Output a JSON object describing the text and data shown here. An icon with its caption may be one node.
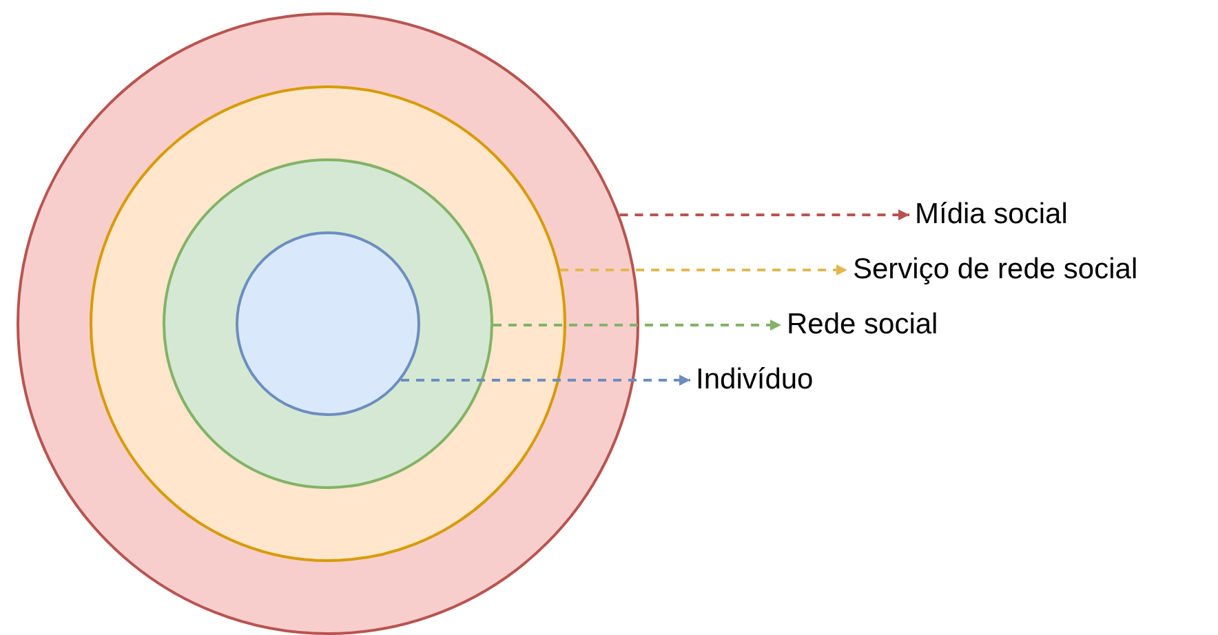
{
  "diagram": {
    "nodes": [
      {
        "text": [],
        "shape": "circle"
      },
      {
        "text": [],
        "shape": "circle",
        "in": 0
      },
      {
        "text": [],
        "shape": "circle",
        "in": 1
      },
      {
        "text": [],
        "shape": "circle",
        "in": 2
      },
      {
        "text": [
          "Mídia social"
        ]
      },
      {
        "text": [
          "Serviço de rede social"
        ]
      },
      {
        "text": [
          "Rede social"
        ]
      },
      {
        "text": [
          "Indivíduo"
        ]
      }
    ],
    "edges": [
      {
        "from": 0,
        "to": 4,
        "arrow": "to",
        "style": "dashed",
        "color": "#b85450"
      },
      {
        "from": 1,
        "to": 5,
        "arrow": "to",
        "style": "dashed",
        "color": "#e0b84e"
      },
      {
        "from": 2,
        "to": 6,
        "arrow": "to",
        "style": "dashed",
        "color": "#82b366"
      },
      {
        "from": 3,
        "to": 7,
        "arrow": "to",
        "style": "dashed",
        "color": "#6c8ebf"
      }
    ]
  }
}
